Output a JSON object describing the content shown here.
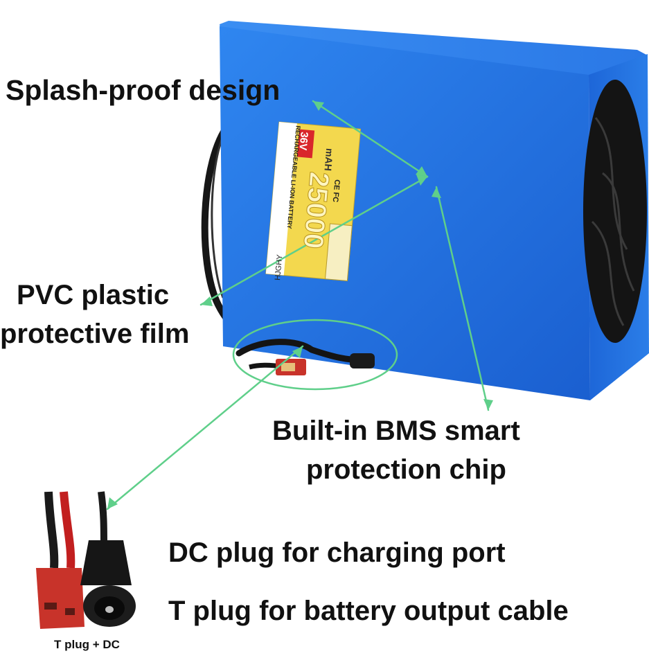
{
  "callouts": {
    "splash_proof": "Splash-proof design",
    "pvc_line1": "PVC plastic",
    "pvc_line2": "protective film",
    "bms_line1": "Built-in BMS smart",
    "bms_line2": "protection chip",
    "dc_plug": "DC plug for charging port",
    "t_plug": "T plug for battery output cable"
  },
  "connector_caption": "T plug + DC",
  "battery_label": {
    "brand": "HJGHY",
    "product_type": "RECHARGEABLE LI-ION BATTERY",
    "voltage": "36V",
    "capacity": "25000",
    "capacity_unit": "mAH",
    "certifications": "CE FC"
  },
  "colors": {
    "battery_blue": "#1f6fe0",
    "callout_line": "#5fcf8a",
    "label_yellow": "#f2d64a",
    "voltage_red": "#d9262b"
  }
}
